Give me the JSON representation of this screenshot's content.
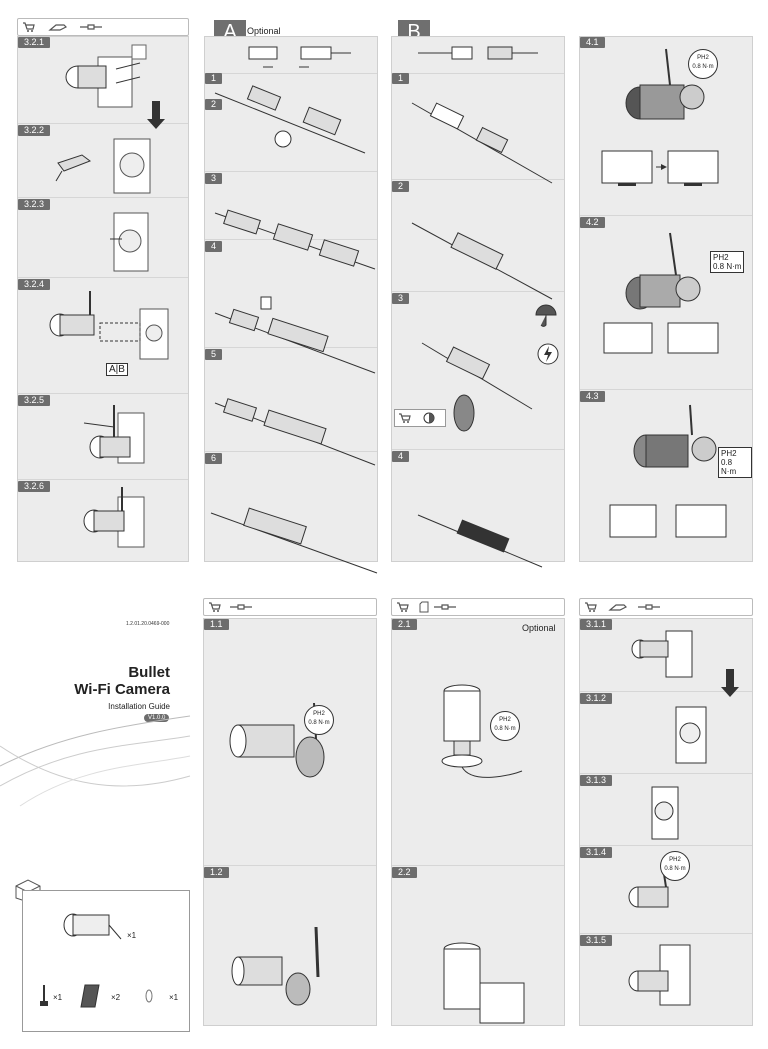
{
  "section_a": {
    "letter": "A",
    "label": "Optional",
    "steps": [
      "1",
      "2",
      "3",
      "4",
      "5",
      "6"
    ]
  },
  "section_b": {
    "letter": "B",
    "steps": [
      "1",
      "2",
      "3",
      "4"
    ]
  },
  "steps_32": [
    "3.2.1",
    "3.2.2",
    "3.2.3",
    "3.2.4",
    "3.2.5",
    "3.2.6"
  ],
  "steps_4": [
    "4.1",
    "4.2",
    "4.3"
  ],
  "torque": {
    "bit": "PH2",
    "value": "0.8 N·m"
  },
  "ab_label": "A|B",
  "cover": {
    "doc_number": "1.2.01.20.0469-000",
    "title_line1": "Bullet",
    "title_line2": "Wi-Fi Camera",
    "subtitle": "Installation Guide",
    "version": "V1.0.0"
  },
  "package": {
    "camera_qty": "×1",
    "antenna_qty": "×1",
    "sticker_qty": "×2",
    "screw_qty": "×1"
  },
  "steps_1": [
    "1.1",
    "1.2"
  ],
  "steps_2": {
    "items": [
      "2.1",
      "2.2"
    ],
    "optional": "Optional"
  },
  "steps_31": [
    "3.1.1",
    "3.1.2",
    "3.1.3",
    "3.1.4",
    "3.1.5"
  ]
}
